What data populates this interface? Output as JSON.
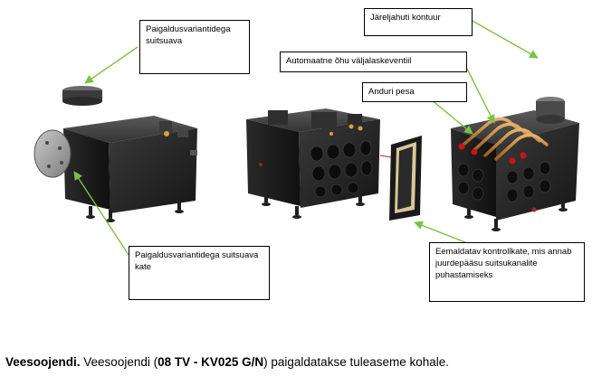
{
  "callouts": {
    "top_left": "Paigaldusvariantidega suitsuava",
    "top_right_1": "Järeljahuti kontuur",
    "top_right_2": "Automaatne õhu väljalaskeventiil",
    "top_right_3": "Anduri pesa",
    "bottom_left": "Paigaldusvariantidega suitsuava kate",
    "bottom_right": "Eemaldatav kontrollkate, mis annab juurdepääsu suitsukanalite puhastamiseks"
  },
  "caption": {
    "bold_lead": "Veesoojendi.",
    "text_1": " Veesoojendi (",
    "bold_model": "08 TV - KV025 G/N",
    "text_2": ") paigaldatakse tuleaseme kohale."
  },
  "colors": {
    "arrow": "#7cc242",
    "body": "#262626",
    "copper": "#c98a3a"
  }
}
